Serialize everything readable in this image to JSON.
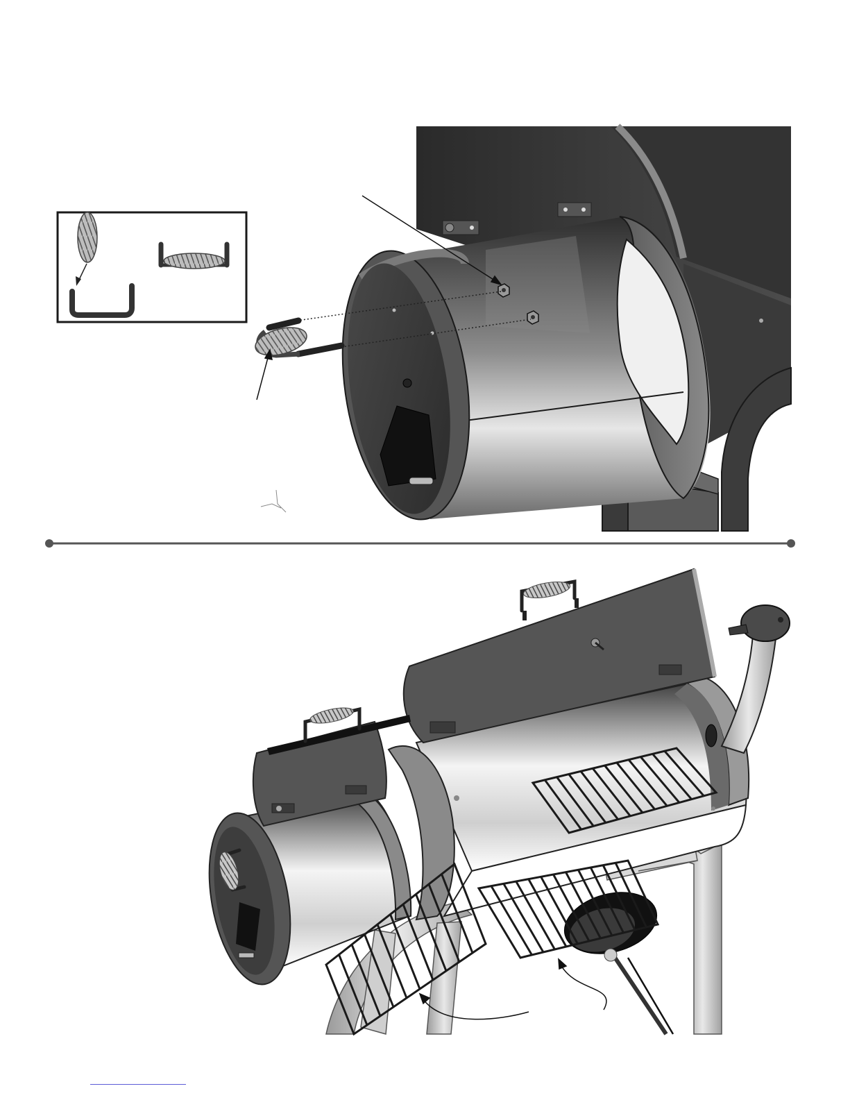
{
  "document": {
    "type": "assembly-illustration",
    "steps": [
      {
        "name": "attach-firebox-handle",
        "parts": [
          "firebox",
          "cool-touch-spring-handle",
          "bolt",
          "nut"
        ]
      },
      {
        "name": "install-cooking-grates",
        "parts": [
          "main-chamber",
          "firebox-lid",
          "cooking-grate",
          "charcoal-grate",
          "smokestack"
        ]
      }
    ],
    "callout_labels": [],
    "icons": [
      "spring-handle-icon",
      "bolt-icon",
      "nut-icon",
      "leader-arrow-icon"
    ],
    "colors": {
      "ink": "#1a1a1a",
      "dark_steel": "#3e3e3e",
      "mid_steel": "#6a6a6a",
      "light_steel": "#c9c9c9",
      "divider": "#555555",
      "link": "#5b5bd6"
    }
  }
}
